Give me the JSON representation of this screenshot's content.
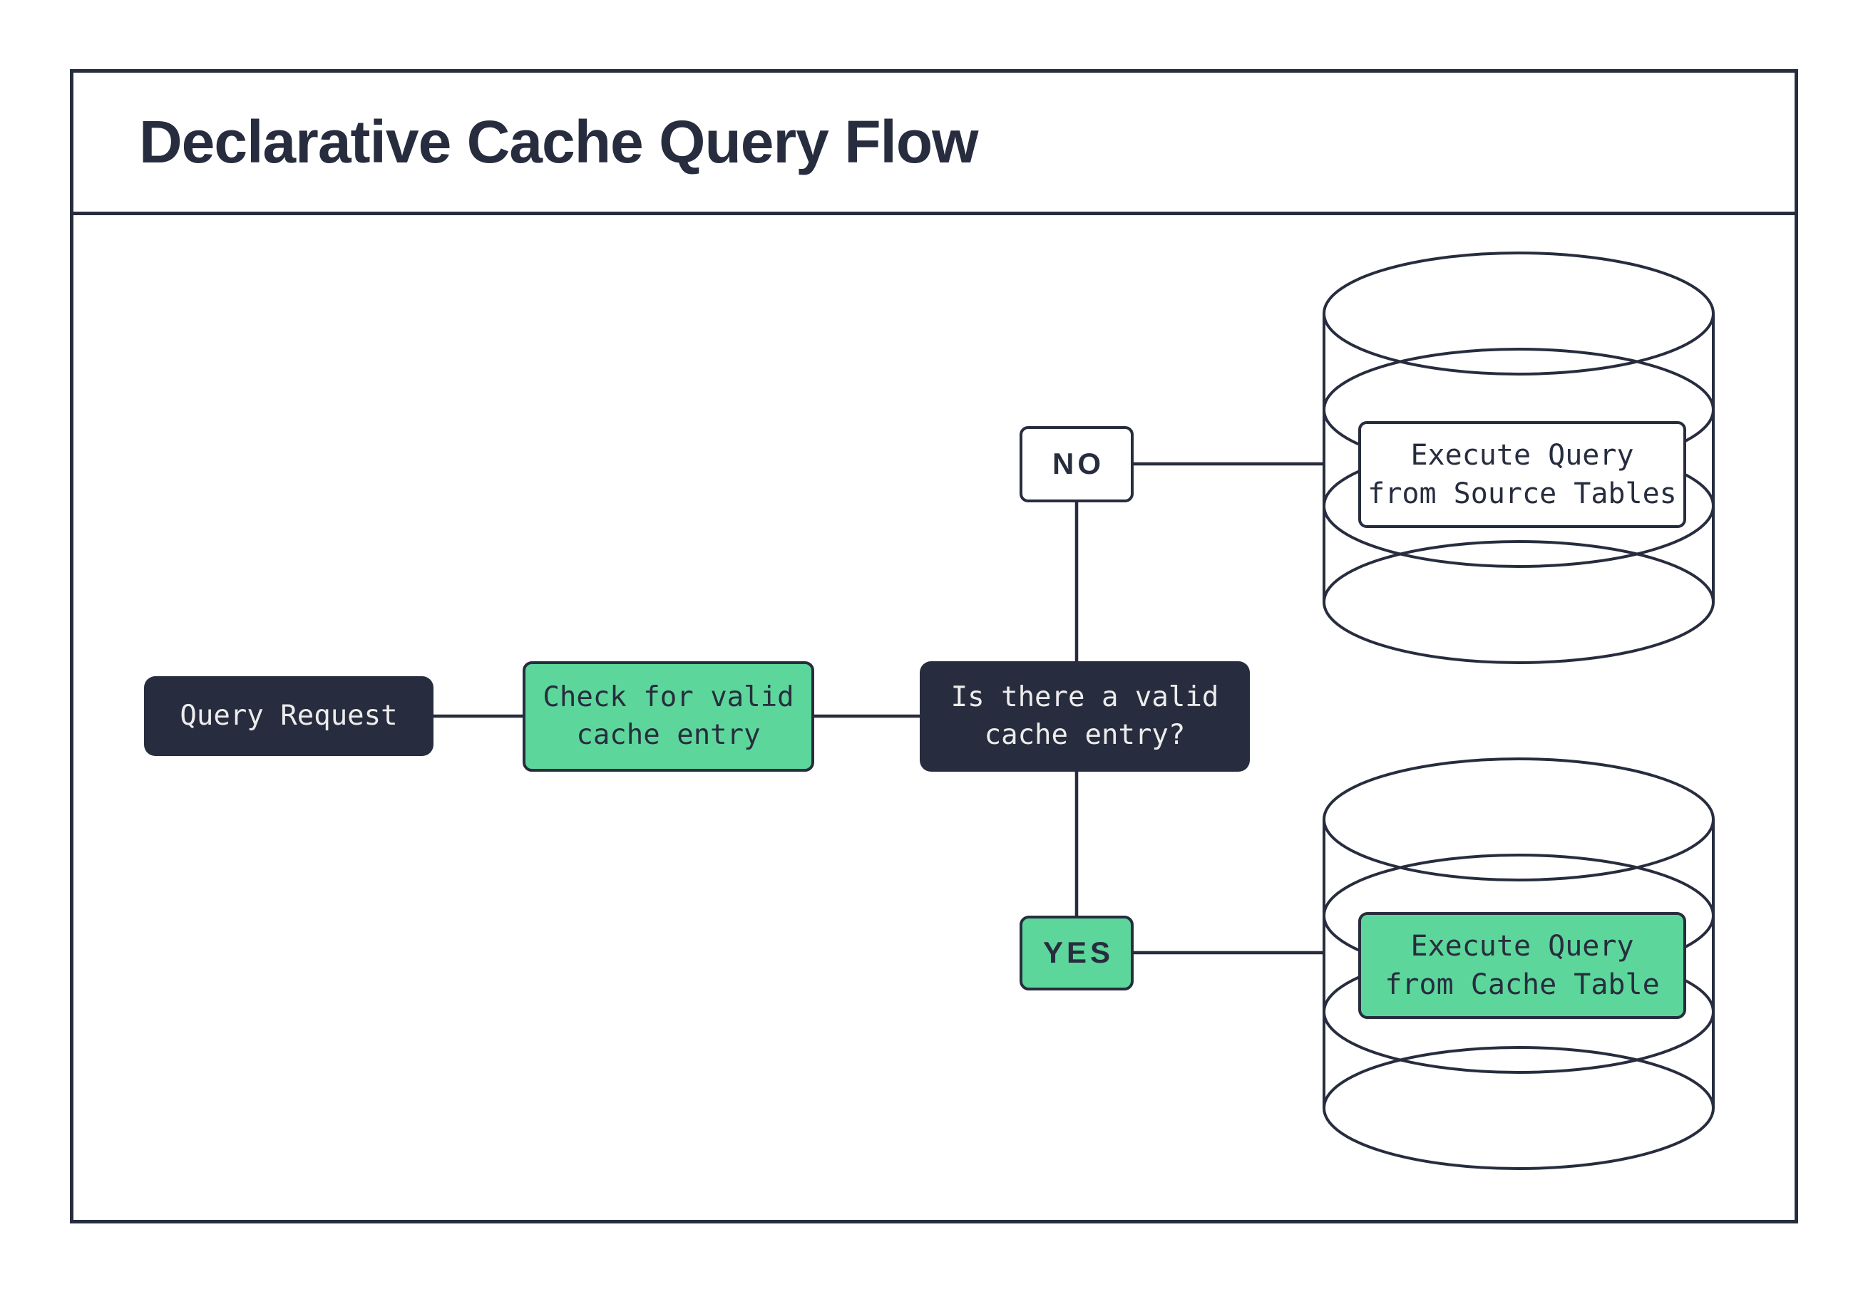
{
  "title": "Declarative Cache Query Flow",
  "colors": {
    "dark": "#272D3E",
    "green": "#5DD69B",
    "light": "#ECECEC",
    "background": "#FFFFFF"
  },
  "nodes": {
    "query_request": {
      "label": "Query Request"
    },
    "check_cache": {
      "label": "Check for valid\ncache entry"
    },
    "decision": {
      "label": "Is there a valid\ncache entry?"
    },
    "branch_no": {
      "label": "NO"
    },
    "branch_yes": {
      "label": "YES"
    },
    "execute_source": {
      "label": "Execute Query\nfrom Source Tables"
    },
    "execute_cache": {
      "label": "Execute Query\nfrom Cache Table"
    }
  }
}
